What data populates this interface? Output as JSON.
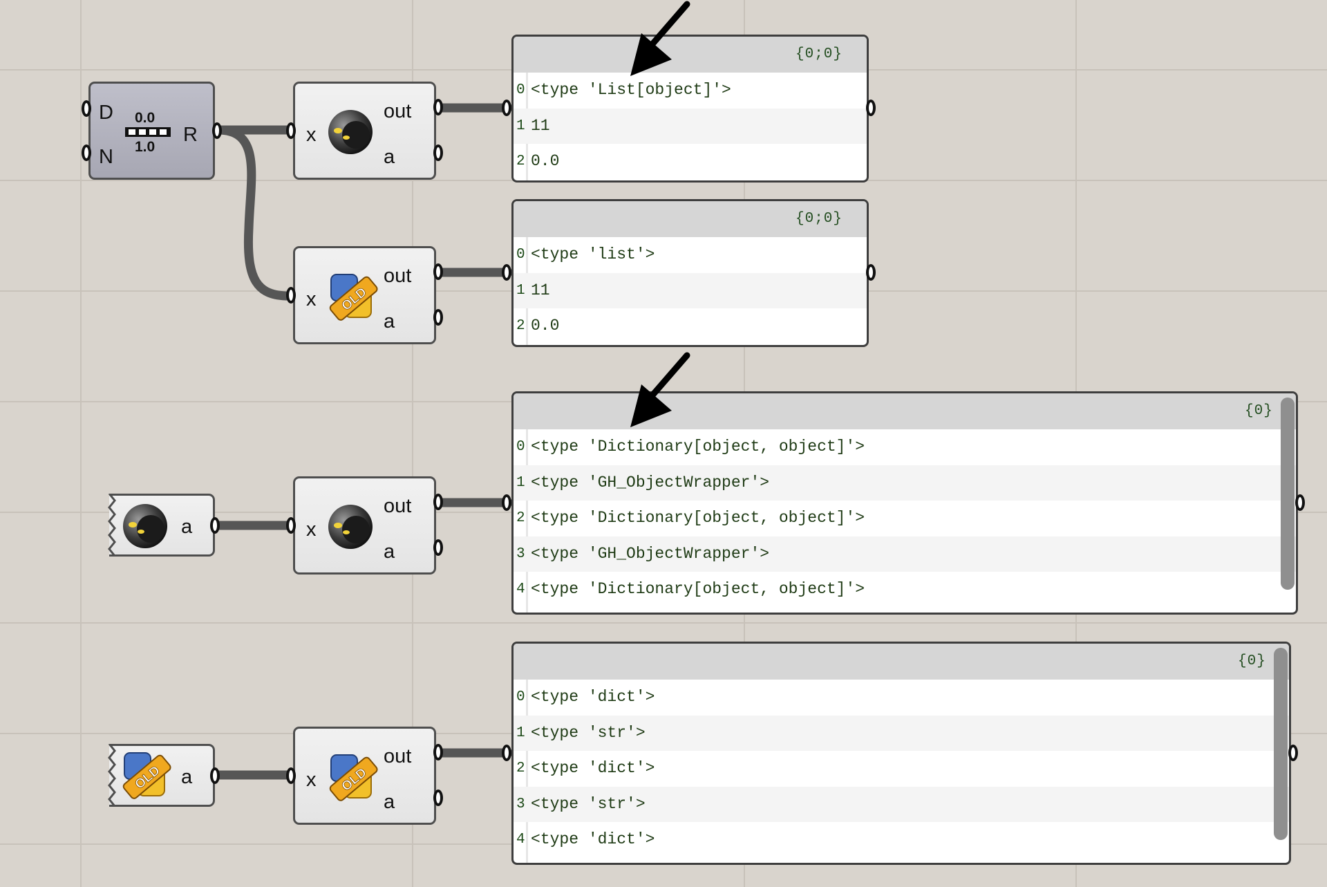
{
  "canvas": {
    "background": "#d9d4cd",
    "grid_color": "#c8c2ba"
  },
  "slider_component": {
    "inputs": [
      "D",
      "N"
    ],
    "output": "R",
    "icon": "number-slider-icon",
    "icon_top_text": "0.0",
    "icon_bottom_text": "1.0"
  },
  "script_components": [
    {
      "icon": "cpython-script-icon",
      "input": "x",
      "outputs": [
        "out",
        "a"
      ]
    },
    {
      "icon": "python-old-script-icon",
      "input": "x",
      "outputs": [
        "out",
        "a"
      ]
    },
    {
      "icon": "cpython-script-icon",
      "input": "x",
      "outputs": [
        "out",
        "a"
      ]
    },
    {
      "icon": "python-old-script-icon",
      "input": "x",
      "outputs": [
        "out",
        "a"
      ]
    }
  ],
  "param_components": [
    {
      "icon": "cpython-param-icon",
      "label": "a"
    },
    {
      "icon": "python-old-param-icon",
      "label": "a"
    }
  ],
  "panels": [
    {
      "path": "{0;0}",
      "rows": [
        {
          "index": "0",
          "value": "<type 'List[object]'>"
        },
        {
          "index": "1",
          "value": "11"
        },
        {
          "index": "2",
          "value": "0.0"
        }
      ]
    },
    {
      "path": "{0;0}",
      "rows": [
        {
          "index": "0",
          "value": "<type 'list'>"
        },
        {
          "index": "1",
          "value": "11"
        },
        {
          "index": "2",
          "value": "0.0"
        }
      ]
    },
    {
      "path": "{0}",
      "rows": [
        {
          "index": "0",
          "value": "<type 'Dictionary[object, object]'>"
        },
        {
          "index": "1",
          "value": "<type 'GH_ObjectWrapper'>"
        },
        {
          "index": "2",
          "value": "<type 'Dictionary[object, object]'>"
        },
        {
          "index": "3",
          "value": "<type 'GH_ObjectWrapper'>"
        },
        {
          "index": "4",
          "value": "<type 'Dictionary[object, object]'>"
        }
      ]
    },
    {
      "path": "{0}",
      "rows": [
        {
          "index": "0",
          "value": "<type 'dict'>"
        },
        {
          "index": "1",
          "value": "<type 'str'>"
        },
        {
          "index": "2",
          "value": "<type 'dict'>"
        },
        {
          "index": "3",
          "value": "<type 'str'>"
        },
        {
          "index": "4",
          "value": "<type 'dict'>"
        }
      ]
    }
  ],
  "annotations": [
    {
      "icon": "annotation-arrow-icon"
    },
    {
      "icon": "annotation-arrow-icon"
    }
  ]
}
